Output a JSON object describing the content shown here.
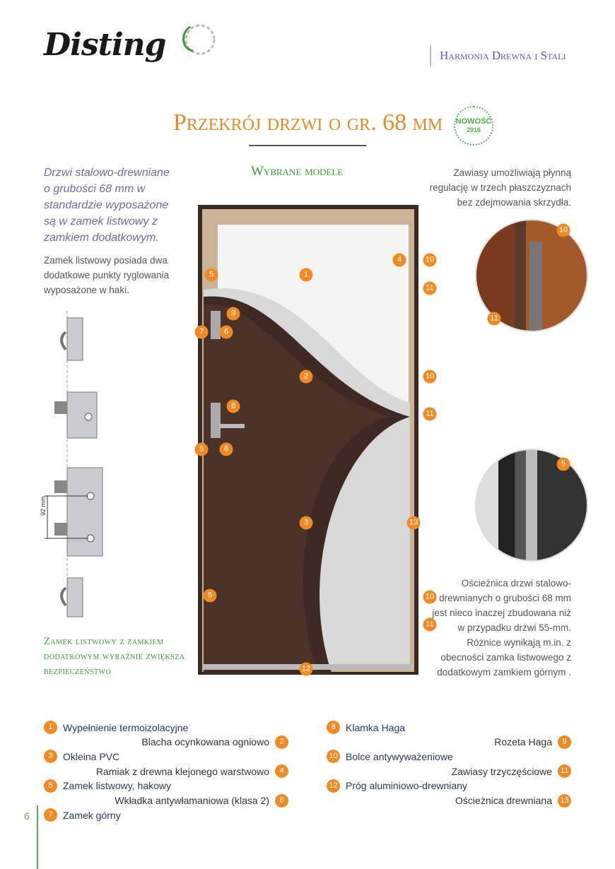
{
  "header": {
    "logo": "Disting",
    "tagline": "Harmonia Drewna i Stali"
  },
  "title": "Przekrój drzwi o gr. 68 mm",
  "badge": {
    "label": "NOWOŚĆ",
    "year": "2016"
  },
  "intro": "Drzwi stalowo-drewniane o grubości 68 mm w standardzie wyposażone są w zamek listwowy z zamkiem dodatkowym.",
  "lock_description": "Zamek listwowy posiada dwa dodatkowe punkty ryglowania wyposażone w haki.",
  "lock_dimension": "92 mm",
  "models_heading": "Wybrane modele",
  "hinge_note": "Zawiasy umożliwiają płynną regulację w trzech płaszczyznach bez zdejmowania skrzydła.",
  "frame_note": "Ościeżnica drzwi stalowo-drewnianych o grubości 68 mm jest nieco inaczej zbudowana niż w przypadku drzwi 55-mm. Różnice wynikają m.in. z obecności zamka listwowego z dodatkowym zamkiem górnym .",
  "lock_caption": "Zamek listwowy z zamkiem dodatkowym wyraźnie zwiększa bezpieczeństwo",
  "door_markers": [
    "1",
    "2",
    "3",
    "4",
    "5",
    "9",
    "7",
    "6",
    "8",
    "5",
    "6",
    "10",
    "11",
    "10",
    "11",
    "13",
    "5",
    "10",
    "11",
    "12"
  ],
  "detail_markers": [
    "10",
    "11",
    "5"
  ],
  "legend": [
    {
      "n": "1",
      "label": "Wypełnienie termoizolacyjne"
    },
    {
      "n": "2",
      "label": "Blacha ocynkowana ogniowo"
    },
    {
      "n": "3",
      "label": "Okleina PVC"
    },
    {
      "n": "4",
      "label": "Ramiak z drewna klejonego warstwowo"
    },
    {
      "n": "5",
      "label": "Zamek listwowy, hakowy"
    },
    {
      "n": "6",
      "label": "Wkładka antywłamaniowa (klasa 2)"
    },
    {
      "n": "7",
      "label": "Zamek górny"
    },
    {
      "n": "8",
      "label": "Klamka Haga"
    },
    {
      "n": "9",
      "label": "Rozeta Haga"
    },
    {
      "n": "10",
      "label": "Bolce antywyważeniowe"
    },
    {
      "n": "11",
      "label": "Zawiasy trzyczęściowe"
    },
    {
      "n": "12",
      "label": "Próg aluminiowo-drewniany"
    },
    {
      "n": "13",
      "label": "Ościeżnica drewniana"
    }
  ],
  "page_number": "6",
  "colors": {
    "accent": "#f08a24",
    "green": "#3a9a3a",
    "purple": "#6a6aa8"
  }
}
